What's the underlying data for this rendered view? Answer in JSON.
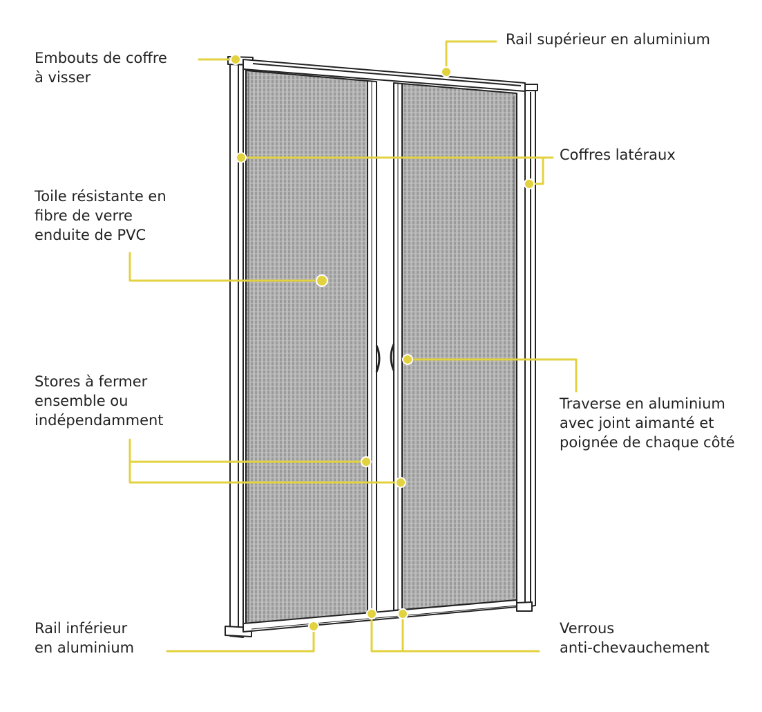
{
  "colors": {
    "callout": "#e3d23f",
    "frame_stroke": "#222222",
    "frame_fill": "#ffffff",
    "mesh_fill": "#9a9a9a",
    "mesh_stripe": "#b9b9b9",
    "text": "#222222"
  },
  "labels": {
    "end_caps": "Embouts de coffre\nà visser",
    "top_rail": "Rail supérieur en aluminium",
    "side_boxes": "Coffres latéraux",
    "mesh": "Toile résistante en\nfibre de verre\nenduite de PVC",
    "independent": "Stores à fermer\nensemble ou\nindépendamment",
    "crossbar": "Traverse en aluminium\navec joint aimanté et\npoignée de chaque côté",
    "bottom_rail": "Rail inférieur\nen aluminium",
    "locks": "Verrous\nanti-chevauchement"
  }
}
